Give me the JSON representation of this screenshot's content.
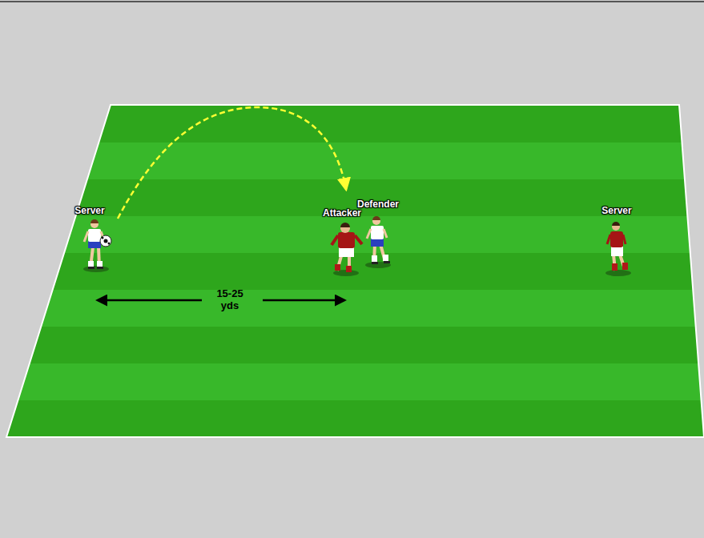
{
  "diagram": {
    "labels": [
      "Server",
      "Attacker",
      "Defender",
      "Server",
      "15-25 yds"
    ]
  }
}
